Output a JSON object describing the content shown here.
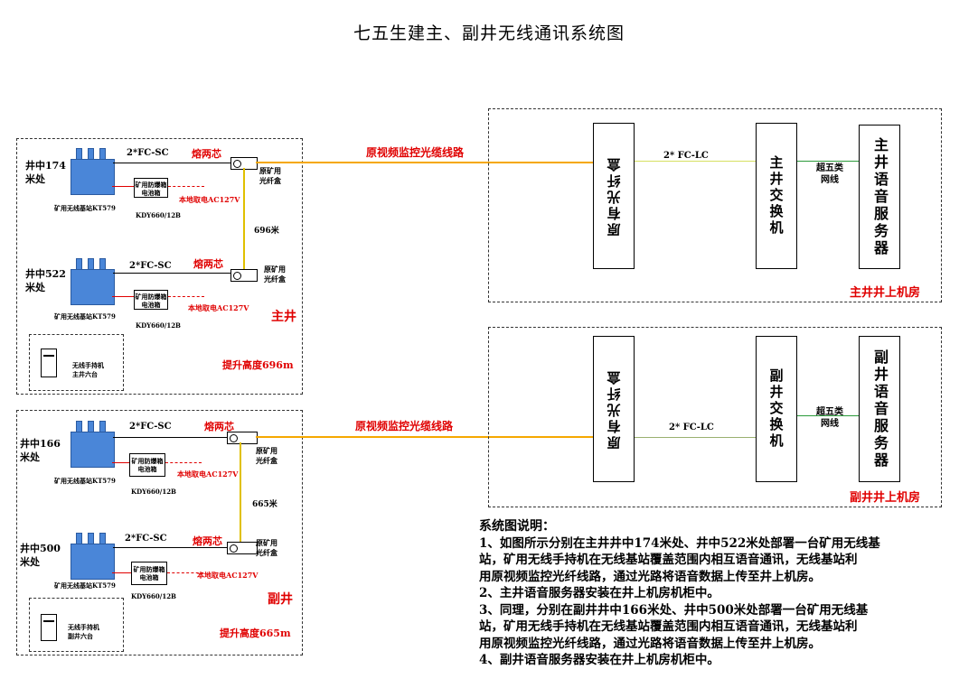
{
  "title": "七五生建主、副井无线通讯系统图",
  "main_shaft": {
    "label": "主井",
    "lift_height": "提升高度696m",
    "handset": {
      "line1": "无线手持机",
      "line2": "主井六台"
    },
    "span_label": "696米",
    "stations": [
      {
        "depth": "井中174米处",
        "fiber_type": "2*FC-SC",
        "fusion": "熔两芯",
        "base_station": "矿用无线基站KT579",
        "battery": "矿用防爆箱电池箱",
        "battery_model": "KDY660/12B",
        "power": "本地取电AC127V",
        "fiber_box": "原矿用光纤盒"
      },
      {
        "depth": "井中522米处",
        "fiber_type": "2*FC-SC",
        "fusion": "熔两芯",
        "base_station": "矿用无线基站KT579",
        "battery": "矿用防爆箱电池箱",
        "battery_model": "KDY660/12B",
        "power": "本地取电AC127V",
        "fiber_box": "原矿用光纤盒"
      }
    ]
  },
  "aux_shaft": {
    "label": "副井",
    "lift_height": "提升高度665m",
    "handset": {
      "line1": "无线手持机",
      "line2": "副井六台"
    },
    "span_label": "665米",
    "stations": [
      {
        "depth": "井中166米处",
        "fiber_type": "2*FC-SC",
        "fusion": "熔两芯",
        "base_station": "矿用无线基站KT579",
        "battery": "矿用防爆箱电池箱",
        "battery_model": "KDY660/12B",
        "power": "本地取电AC127V",
        "fiber_box": "原矿用光纤盒"
      },
      {
        "depth": "井中500米处",
        "fiber_type": "2*FC-SC",
        "fusion": "熔两芯",
        "base_station": "矿用无线基站KT579",
        "battery": "矿用防爆箱电池箱",
        "battery_model": "KDY660/12B",
        "power": "本地取电AC127V",
        "fiber_box": "原矿用光纤盒"
      }
    ]
  },
  "fiber_route_label": "原视频监控光缆线路",
  "main_room": {
    "label": "主井井上机房",
    "fiber_box": "原有光纤盒",
    "link1": "2* FC-LC",
    "switch": "主井交换机",
    "link2": "超五类网线",
    "server": "主井语音服务器"
  },
  "aux_room": {
    "label": "副井井上机房",
    "fiber_box": "原有光纤盒",
    "link1": "2* FC-LC",
    "switch": "副井交换机",
    "link2": "超五类网线",
    "server": "副井语音服务器"
  },
  "notes": {
    "heading": "系统图说明：",
    "lines": [
      "1、如图所示分别在主井井中174米处、井中522米处部署一台矿用无线基",
      "站，矿用无线手持机在无线基站覆盖范围内相互语音通讯，无线基站利",
      "用原视频监控光纤线路，通过光路将语音数据上传至井上机房。",
      "2、主井语音服务器安装在井上机房机柜中。",
      "3、同理，分别在副井井中166米处、井中500米处部署一台矿用无线基",
      "站，矿用无线手持机在无线基站覆盖范围内相互语音通讯，无线基站利",
      "用原视频监控光纤线路，通过光路将语音数据上传至井上机房。",
      "4、副井语音服务器安装在井上机房机柜中。"
    ]
  },
  "colors": {
    "fiber": "#f5a800",
    "power": "#e00000",
    "network": "#2a9a3a",
    "base_station": "#4a86d8"
  }
}
